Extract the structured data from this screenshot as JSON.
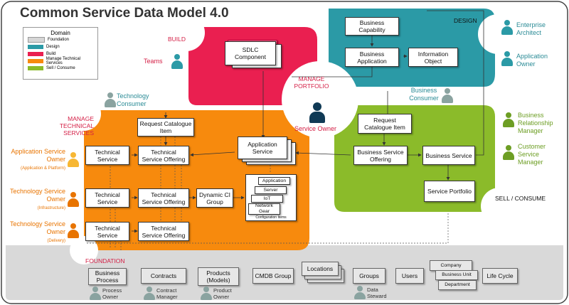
{
  "title": "Common Service Data Model 4.0",
  "colors": {
    "foundation": "#d6d6d6",
    "design": "#2b9aa6",
    "build": "#ea1f50",
    "manage": "#f78a0d",
    "sell": "#8bbb2a",
    "teal_text": "#2a8b96",
    "orange_text": "#e87400",
    "green_text": "#6d9e24",
    "red_text": "#d41d44"
  },
  "legend": {
    "title": "Domain",
    "items": [
      "Foundation",
      "Design",
      "Build",
      "Manage Technical Services",
      "Sell / Consume"
    ]
  },
  "domains": {
    "build": "BUILD",
    "design": "DESIGN",
    "manage_portfolio": "MANAGE PORTFOLIO",
    "manage_technical": "MANAGE TECHNICAL SERVICES",
    "sell": "SELL / CONSUME",
    "foundation": "FOUNDATION"
  },
  "boxes": {
    "sdlc": "SDLC Component",
    "business_capability": "Business Capability",
    "business_application": "Business Application",
    "information_object": "Information Object",
    "request_catalogue_left": "Request Catalogue Item",
    "request_catalogue_right": "Request Catalogue Item",
    "application_service": "Application Service",
    "technical_service_1": "Technical Service",
    "technical_service_offering_1": "Technical Service Offering",
    "technical_service_2": "Technical Service",
    "technical_service_offering_2": "Technical Service Offering",
    "dynamic_ci_group": "Dynamic CI Group",
    "technical_service_3": "Technical Service",
    "technical_service_offering_3": "Technical Service Offering",
    "business_service_offering": "Business Service Offering",
    "business_service": "Business Service",
    "service_portfolio": "Service Portfolio",
    "ci_application": "Application",
    "ci_server": "Server",
    "ci_iot": "IoT",
    "ci_network_gear": "Network Gear",
    "configuration_items": "Configuration Items"
  },
  "foundation_boxes": {
    "business_process": "Business Process",
    "contracts": "Contracts",
    "products": "Products (Models)",
    "cmdb_group": "CMDB Group",
    "locations": "Locations",
    "groups": "Groups",
    "users": "Users",
    "company": "Company",
    "business_unit": "Business Unit",
    "department": "Department",
    "life_cycle": "Life Cycle"
  },
  "roles": {
    "teams": "Teams",
    "technology_consumer": "Technology Consumer",
    "service_owner": "Service Owner",
    "business_consumer": "Business Consumer",
    "enterprise_architect": "Enterprise Architect",
    "application_owner_right": "Application Owner",
    "brm": "Business Relationship Manager",
    "csm": "Customer Service Manager",
    "app_service_owner": "Application Service Owner",
    "app_service_owner_sub": "(Application & Platform)",
    "tech_owner_infra": "Technology Service Owner",
    "tech_owner_infra_sub": "(Infrastructure)",
    "tech_owner_delivery": "Technology Service Owner",
    "tech_owner_delivery_sub": "(Delivery)",
    "process_owner": "Process Owner",
    "contract_manager": "Contract Manager",
    "product_owner": "Product Owner",
    "data_steward": "Data Steward"
  }
}
